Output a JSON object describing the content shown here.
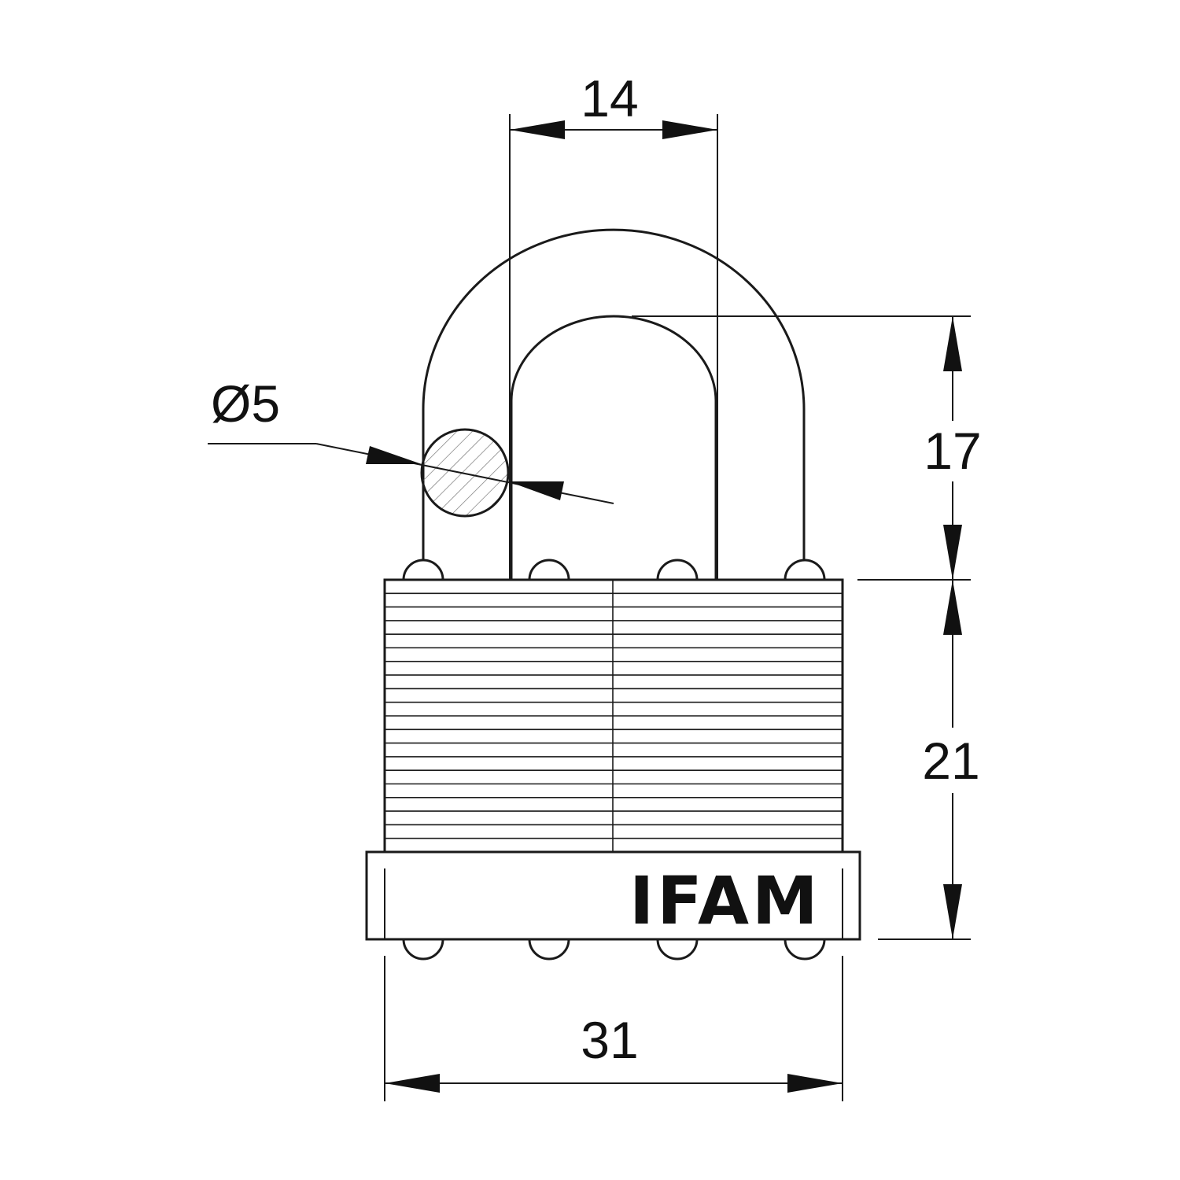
{
  "dimensions": {
    "shackle_inner_width": "14",
    "shackle_diameter": "Ø5",
    "shackle_clearance": "17",
    "body_height": "21",
    "body_width": "31"
  },
  "brand": {
    "text": "IFAM"
  },
  "colors": {
    "line": "#1a1a1a",
    "background": "#ffffff",
    "hatch": "#777777"
  }
}
